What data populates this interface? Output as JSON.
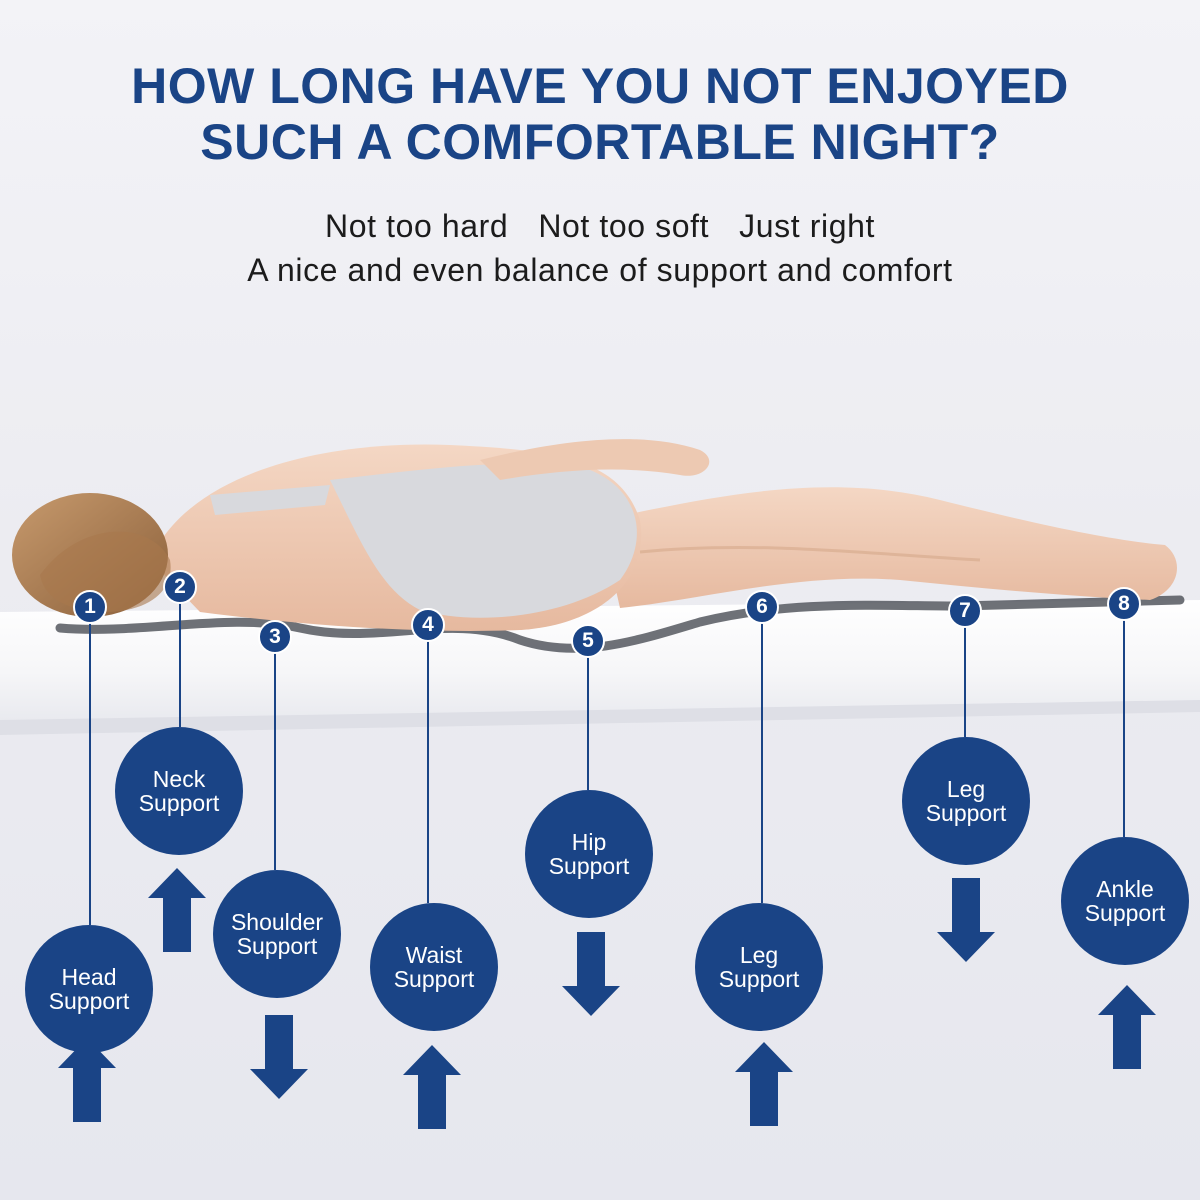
{
  "headline": {
    "line1": "HOW LONG HAVE YOU NOT ENJOYED",
    "line2": "SUCH A COMFORTABLE NIGHT?"
  },
  "tagline": {
    "words": [
      "Not too hard",
      "Not too soft",
      "Just right"
    ],
    "line2": "A nice and even balance of support and comfort"
  },
  "colors": {
    "brand_blue": "#1a4486",
    "text_dark": "#1c1c1c"
  },
  "zones": [
    {
      "number": "1",
      "line1": "Head",
      "line2": "Support",
      "arrow": "up"
    },
    {
      "number": "2",
      "line1": "Neck",
      "line2": "Support",
      "arrow": "up"
    },
    {
      "number": "3",
      "line1": "Shoulder",
      "line2": "Support",
      "arrow": "down"
    },
    {
      "number": "4",
      "line1": "Waist",
      "line2": "Support",
      "arrow": "up"
    },
    {
      "number": "5",
      "line1": "Hip",
      "line2": "Support",
      "arrow": "down"
    },
    {
      "number": "6",
      "line1": "Leg",
      "line2": "Support",
      "arrow": "up"
    },
    {
      "number": "7",
      "line1": "Leg",
      "line2": "Support",
      "arrow": "down"
    },
    {
      "number": "8",
      "line1": "Ankle",
      "line2": "Support",
      "arrow": "up"
    }
  ]
}
